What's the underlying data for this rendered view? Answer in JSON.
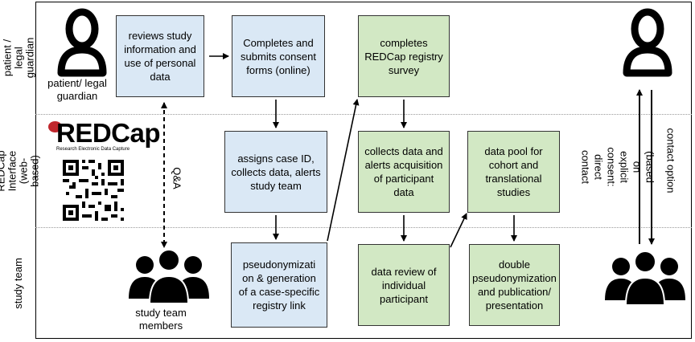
{
  "lanes": {
    "patient": "patient / legal guardian",
    "redcap": "REDCap Interface (web-based)",
    "study": "study team"
  },
  "labels": {
    "patient_icon": "patient/ legal guardian",
    "study_team_icon": "study team members",
    "qa": "Q&A",
    "explicit_consent": "(based on explicit consent: direct contact",
    "contact_option": "contact option"
  },
  "logo": {
    "name": "REDCap",
    "tagline": "Research Electronic Data Capture"
  },
  "boxes": {
    "reviews": "reviews study information and use of personal data",
    "completes_consent": "Completes and submits consent forms (online)",
    "completes_survey": "completes REDCap registry survey",
    "assigns": "assigns case ID, collects data, alerts study team",
    "collects": "collects data and alerts acquisition of participant data",
    "data_pool": "data pool for cohort and translational studies",
    "pseudonymization": "pseudonymizati on & generation of a case-specific registry link",
    "data_review": "data review of individual participant",
    "double": "double pseudonymization and publication/ presentation"
  },
  "colors": {
    "blue_box": "#dae8f5",
    "green_box": "#d2e8c4",
    "logo_red": "#c0272d"
  }
}
